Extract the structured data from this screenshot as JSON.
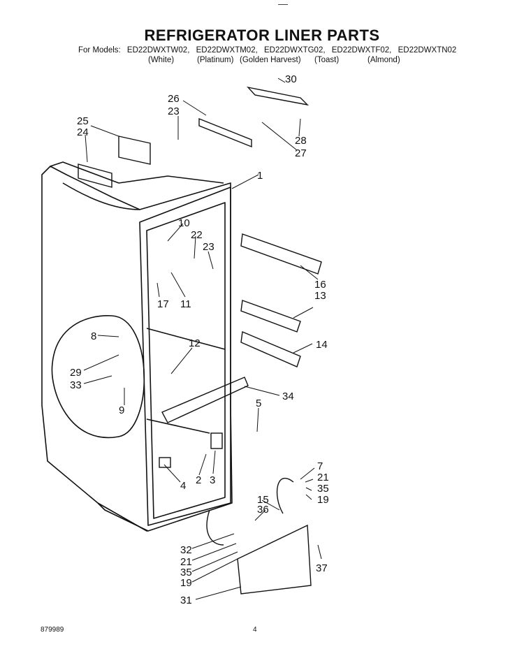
{
  "title": "REFRIGERATOR LINER PARTS",
  "models": {
    "prefix": "For Models:",
    "list": [
      "ED22DWXTW02,",
      "ED22DWXTM02,",
      "ED22DWXTG02,",
      "ED22DWXTF02,",
      "ED22DWXTN02"
    ],
    "colors": [
      "(White)",
      "(Platinum)",
      "(Golden Harvest)",
      "(Toast)",
      "(Almond)"
    ]
  },
  "callouts": [
    "30",
    "26",
    "23",
    "25",
    "24",
    "28",
    "27",
    "1",
    "10",
    "22",
    "23",
    "16",
    "13",
    "17",
    "11",
    "14",
    "12",
    "8",
    "29",
    "33",
    "9",
    "34",
    "5",
    "7",
    "21",
    "35",
    "19",
    "15",
    "36",
    "4",
    "2",
    "3",
    "32",
    "21",
    "35",
    "19",
    "37",
    "31"
  ],
  "footer": {
    "doc_number": "879989",
    "page": "4"
  }
}
